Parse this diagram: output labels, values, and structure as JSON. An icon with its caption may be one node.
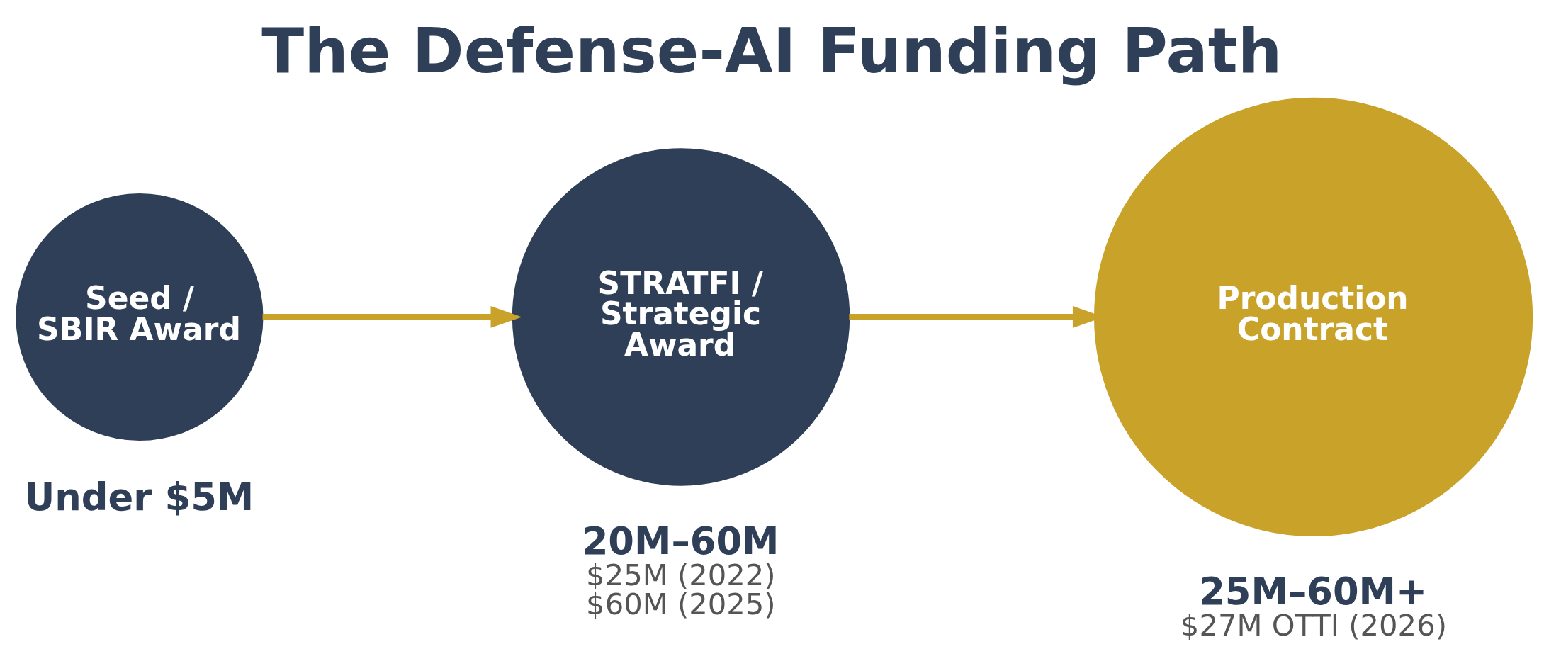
{
  "diagram": {
    "title": "The Defense-AI Funding Path",
    "nodes": [
      {
        "text": [
          "Seed / SBIR Award"
        ],
        "beside": [
          "Under $5M"
        ]
      },
      {
        "text": [
          "STRATFI / Strategic Award"
        ],
        "beside": [
          "20M–60M",
          "$25M (2022)",
          "$60M (2025)"
        ]
      },
      {
        "text": [
          "Production Contract"
        ],
        "beside": [
          "25M–60M+",
          "$27M OTTI (2026)"
        ]
      }
    ],
    "edges": [
      {
        "from": 0,
        "to": 1,
        "arrow": "to"
      },
      {
        "from": 1,
        "to": 2,
        "arrow": "to"
      }
    ]
  }
}
